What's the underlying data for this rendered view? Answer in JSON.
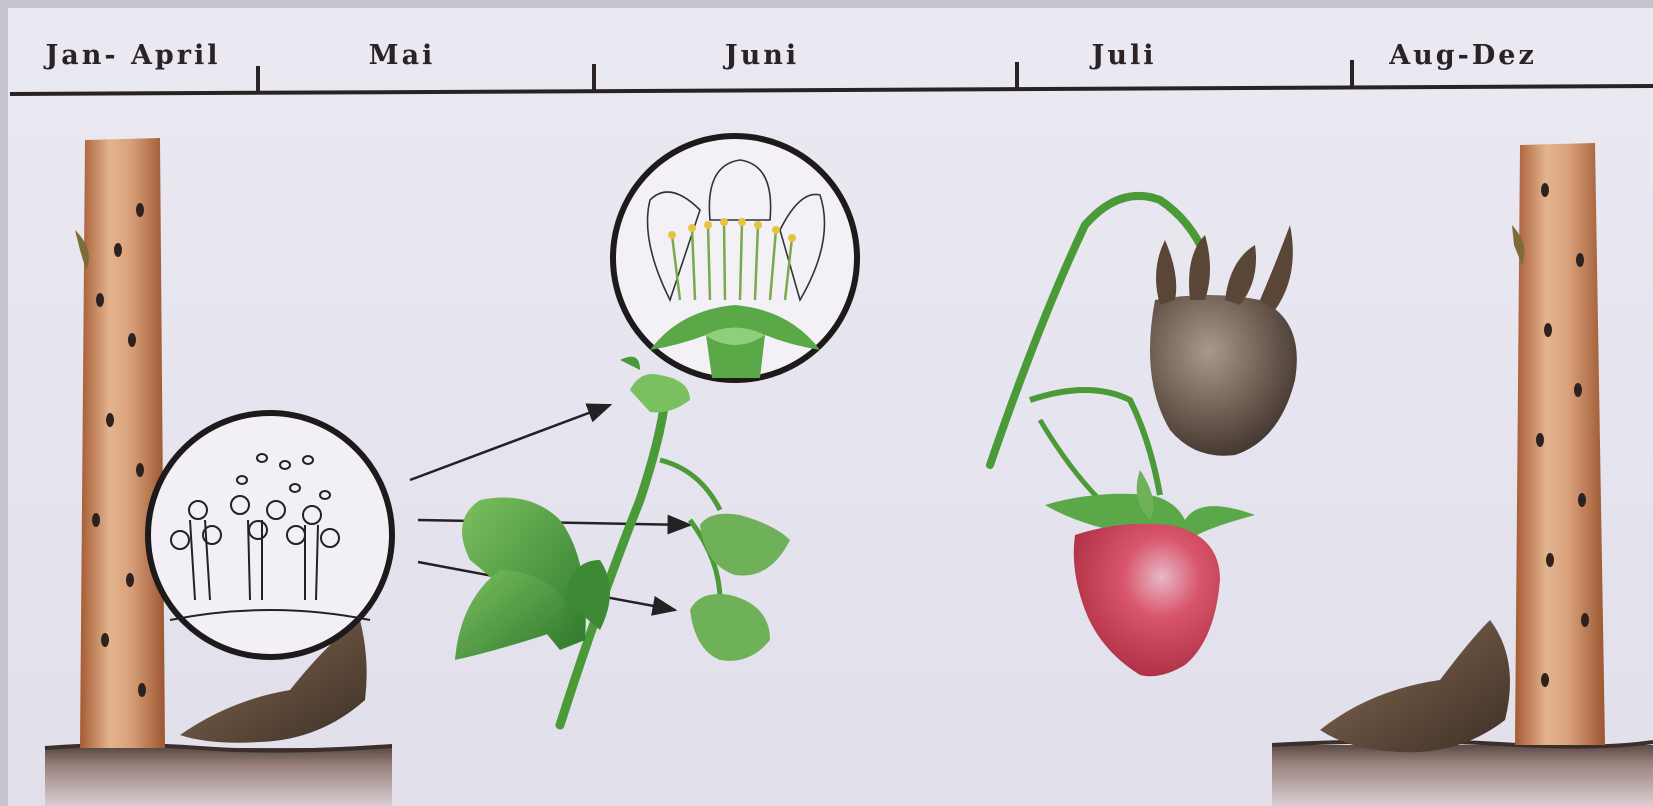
{
  "timeline": {
    "months": [
      {
        "label": "Jan- April"
      },
      {
        "label": "Mai"
      },
      {
        "label": "Juni"
      },
      {
        "label": "Juli"
      },
      {
        "label": "Aug-Dez"
      }
    ]
  },
  "colors": {
    "background": "#e8e6ef",
    "timeline_rule": "#2a2224",
    "cane_bark": "#c98a60",
    "leaf_green": "#4f9a3a",
    "mold_gray": "#6b5a50",
    "berry_red": "#c93a50",
    "soil": "#8a6f6a"
  }
}
